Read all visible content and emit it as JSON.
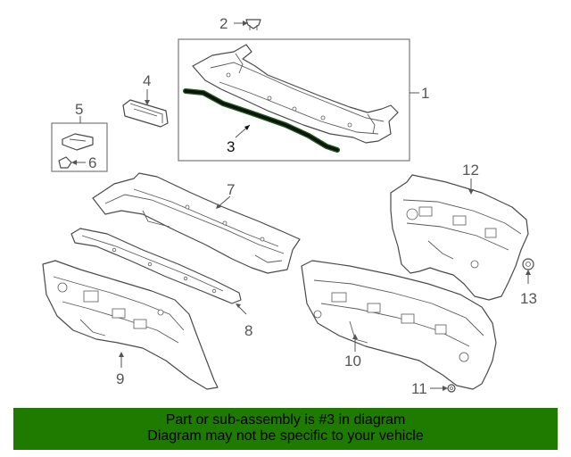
{
  "diagram": {
    "callouts": [
      {
        "id": "c1",
        "label": "1"
      },
      {
        "id": "c2",
        "label": "2"
      },
      {
        "id": "c3",
        "label": "3"
      },
      {
        "id": "c4",
        "label": "4"
      },
      {
        "id": "c5",
        "label": "5"
      },
      {
        "id": "c6",
        "label": "6"
      },
      {
        "id": "c7",
        "label": "7"
      },
      {
        "id": "c8",
        "label": "8"
      },
      {
        "id": "c9",
        "label": "9"
      },
      {
        "id": "c10",
        "label": "10"
      },
      {
        "id": "c11",
        "label": "11"
      },
      {
        "id": "c12",
        "label": "12"
      },
      {
        "id": "c13",
        "label": "13"
      }
    ],
    "highlight_color": "#1b5e1b"
  },
  "banner": {
    "line1": "Part or sub-assembly is #3 in diagram",
    "line2": "Diagram may not be specific to your vehicle",
    "background": "#1f7a00"
  }
}
